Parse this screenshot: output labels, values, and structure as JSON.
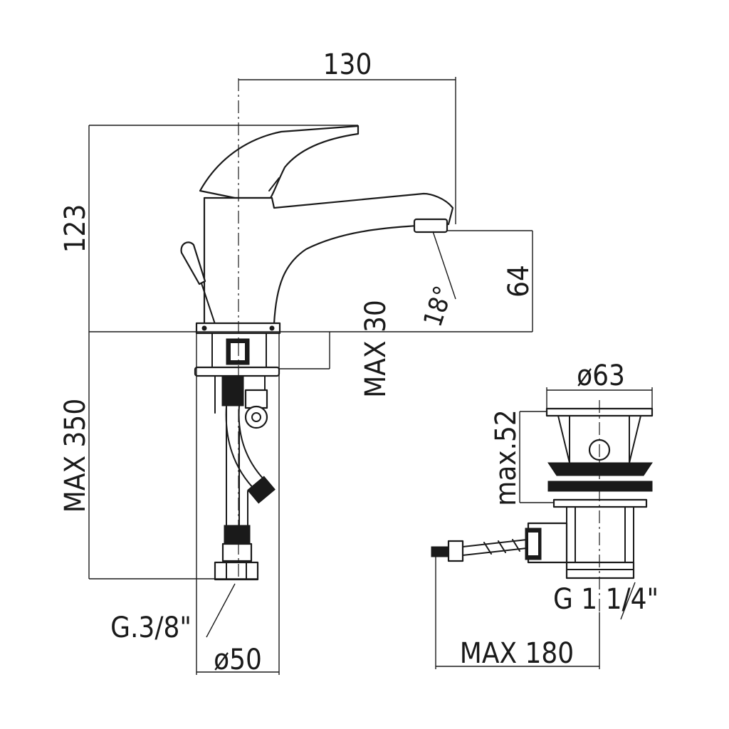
{
  "drawing": {
    "dimensions": {
      "spout_reach": "130",
      "total_height": "123",
      "spout_height": "64",
      "spout_angle": "18°",
      "deck_thickness": "MAX 30",
      "hose_length": "MAX 350",
      "base_diameter": "ø50",
      "connection_thread": "G.3/8\"",
      "waste_diameter": "ø63",
      "waste_height": "max.52",
      "waste_thread": "G 1 1/4\"",
      "waste_rod_length": "MAX 180"
    }
  }
}
